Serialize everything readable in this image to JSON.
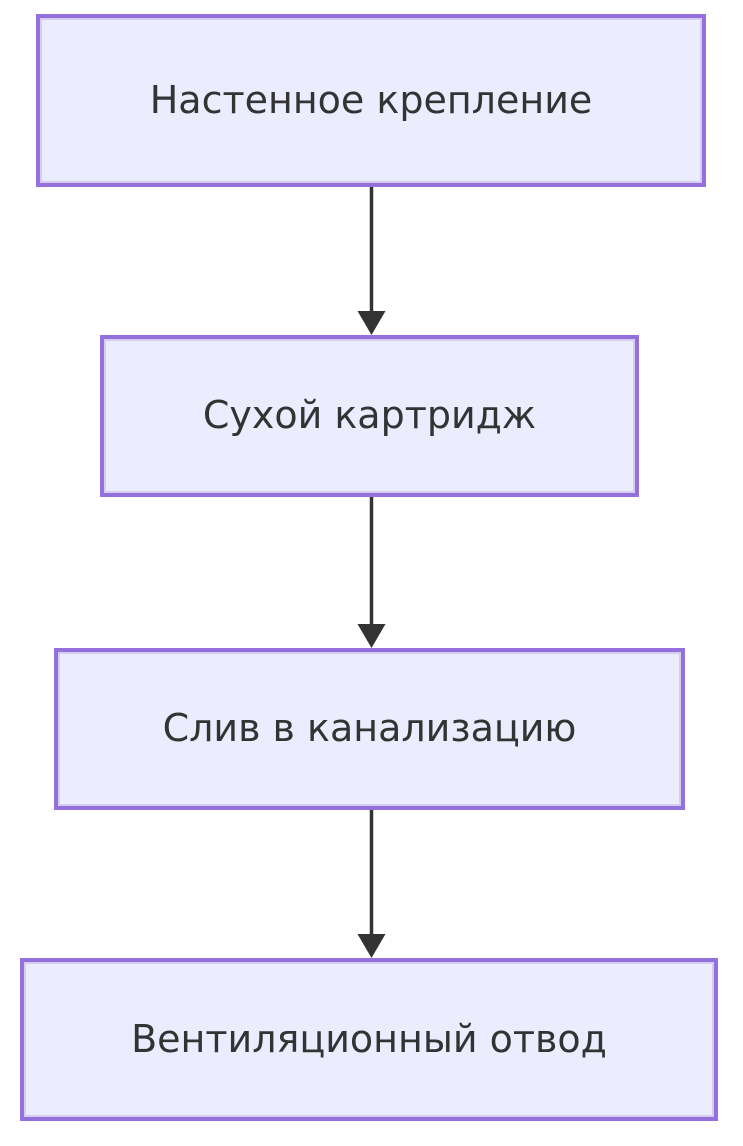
{
  "diagram": {
    "type": "flowchart",
    "direction": "top-to-bottom",
    "nodes": [
      {
        "id": "wall-mount",
        "label": "Настенное крепление"
      },
      {
        "id": "dry-cartridge",
        "label": "Сухой картридж"
      },
      {
        "id": "sewer-drain",
        "label": "Слив в канализацию"
      },
      {
        "id": "vent-outlet",
        "label": "Вентиляционный отвод"
      }
    ],
    "edges": [
      {
        "from": "Настенное крепление",
        "to": "Сухой картридж"
      },
      {
        "from": "Сухой картридж",
        "to": "Слив в канализацию"
      },
      {
        "from": "Слив в канализацию",
        "to": "Вентиляционный отвод"
      }
    ],
    "colors": {
      "background": "#ffffff",
      "node_fill": "#ECECFF",
      "node_border": "#9370DB",
      "node_inner_border": "#d5ccf2",
      "text": "#333333",
      "arrow": "#333333"
    }
  }
}
